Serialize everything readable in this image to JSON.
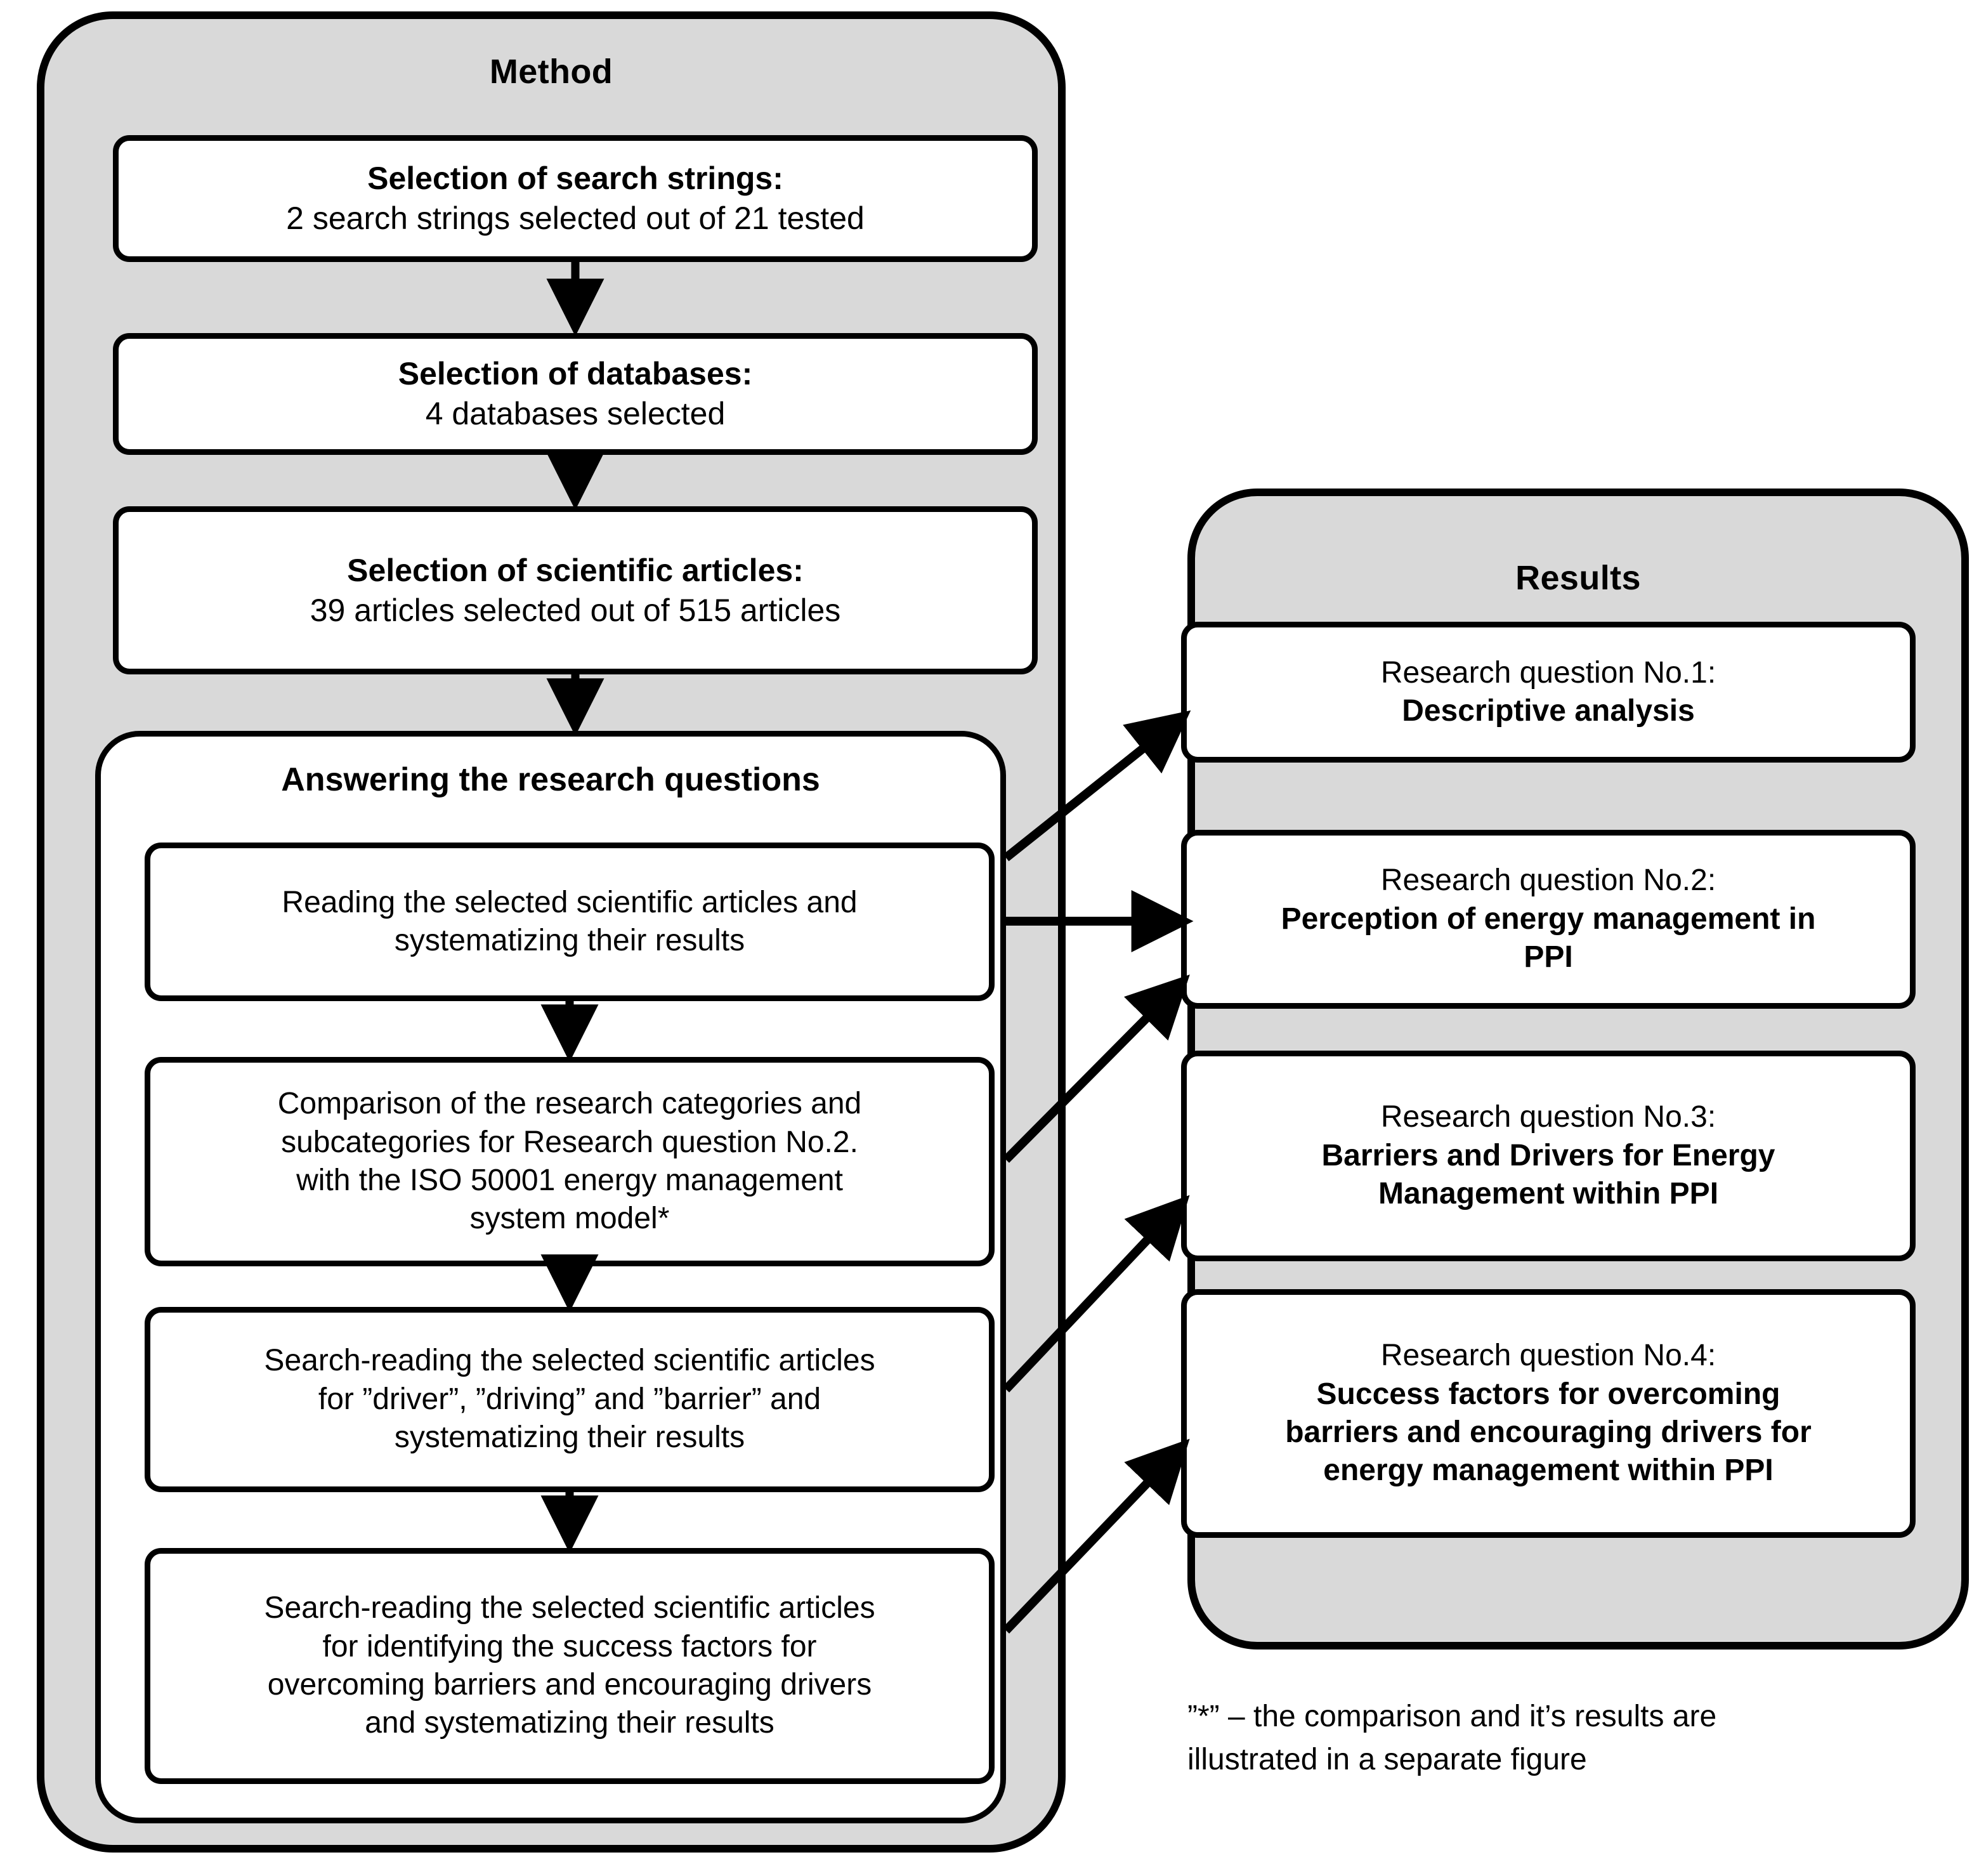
{
  "figure": {
    "type": "flowchart",
    "panels": [
      {
        "id": "method",
        "title": "Method"
      },
      {
        "id": "results",
        "title": "Results"
      }
    ]
  },
  "method": {
    "title": "Method",
    "steps": [
      {
        "id": "search-strings",
        "heading": "Selection of search strings:",
        "detail": "2 search strings selected out of 21 tested"
      },
      {
        "id": "databases",
        "heading": "Selection of databases:",
        "detail": "4 databases selected"
      },
      {
        "id": "articles",
        "heading": "Selection of scientific articles:",
        "detail": "39 articles selected out of 515 articles"
      }
    ],
    "answering": {
      "title": "Answering the research questions",
      "steps": [
        {
          "id": "reading",
          "lines": [
            "Reading the selected scientific articles and",
            "systematizing their results"
          ]
        },
        {
          "id": "comparison",
          "lines": [
            "Comparison of the research categories and",
            "subcategories for Research question No.2.",
            "with the ISO 50001 energy management",
            "system model*"
          ]
        },
        {
          "id": "search-drivers",
          "lines": [
            "Search-reading the selected scientific articles",
            "for ”driver”, ”driving” and ”barrier” and",
            "systematizing their results"
          ]
        },
        {
          "id": "search-success",
          "lines": [
            "Search-reading the selected scientific articles",
            "for identifying the success factors for",
            "overcoming barriers and encouraging drivers",
            "and systematizing their results"
          ]
        }
      ]
    }
  },
  "results": {
    "title": "Results",
    "questions": [
      {
        "id": "rq1",
        "label": "Research question No.1:",
        "answer_lines": [
          "Descriptive analysis"
        ]
      },
      {
        "id": "rq2",
        "label": "Research question No.2:",
        "answer_lines": [
          "Perception of energy management in",
          "PPI"
        ]
      },
      {
        "id": "rq3",
        "label": "Research question No.3:",
        "answer_lines": [
          "Barriers and Drivers for Energy",
          "Management within PPI"
        ]
      },
      {
        "id": "rq4",
        "label": "Research question No.4:",
        "answer_lines": [
          "Success factors for overcoming",
          "barriers and encouraging drivers for",
          "energy management within PPI"
        ]
      }
    ]
  },
  "footnote": {
    "line1": "”*” – the comparison and it’s results are",
    "line2": "illustrated in a separate figure"
  },
  "colors": {
    "panel_fill": "#d9d9d9",
    "node_fill": "#ffffff",
    "stroke": "#000000",
    "page_background": "#ffffff"
  },
  "icons": {
    "flow_arrow": "down-arrow-icon",
    "link_arrow": "diagonal-arrow-icon"
  }
}
